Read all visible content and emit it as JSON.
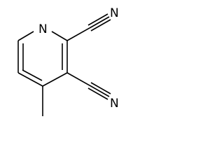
{
  "molecule": {
    "atoms": {
      "ring_nitrogen": "N",
      "nitrile_nitrogen_top": "N",
      "nitrile_nitrogen_bottom": "N"
    }
  }
}
